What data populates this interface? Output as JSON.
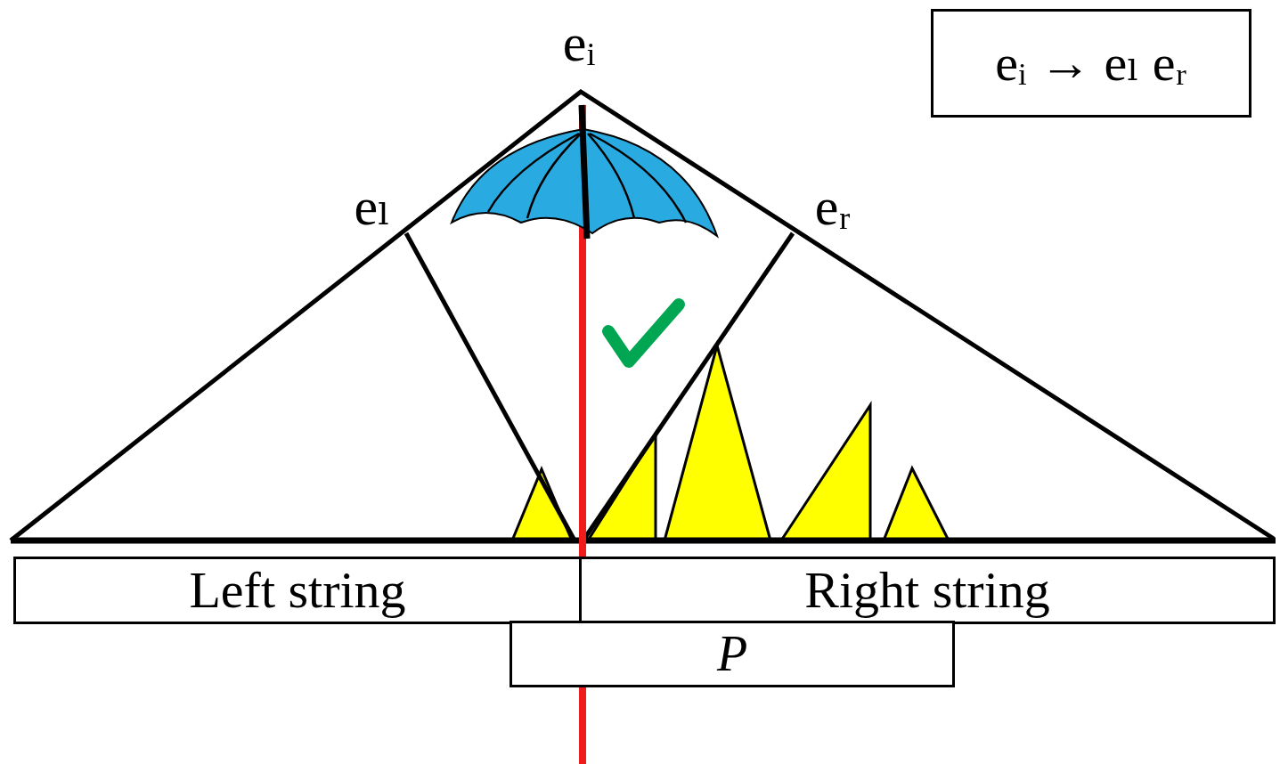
{
  "diagram": {
    "nodes": [
      {
        "text": [
          "eᵢ → eₗ eᵣ"
        ]
      },
      {
        "text": [
          "Left string"
        ]
      },
      {
        "text": [
          "Right string"
        ]
      },
      {
        "text": [
          "P"
        ]
      }
    ],
    "labels": [
      "eᵢ",
      "eₗ",
      "eᵣ"
    ]
  }
}
